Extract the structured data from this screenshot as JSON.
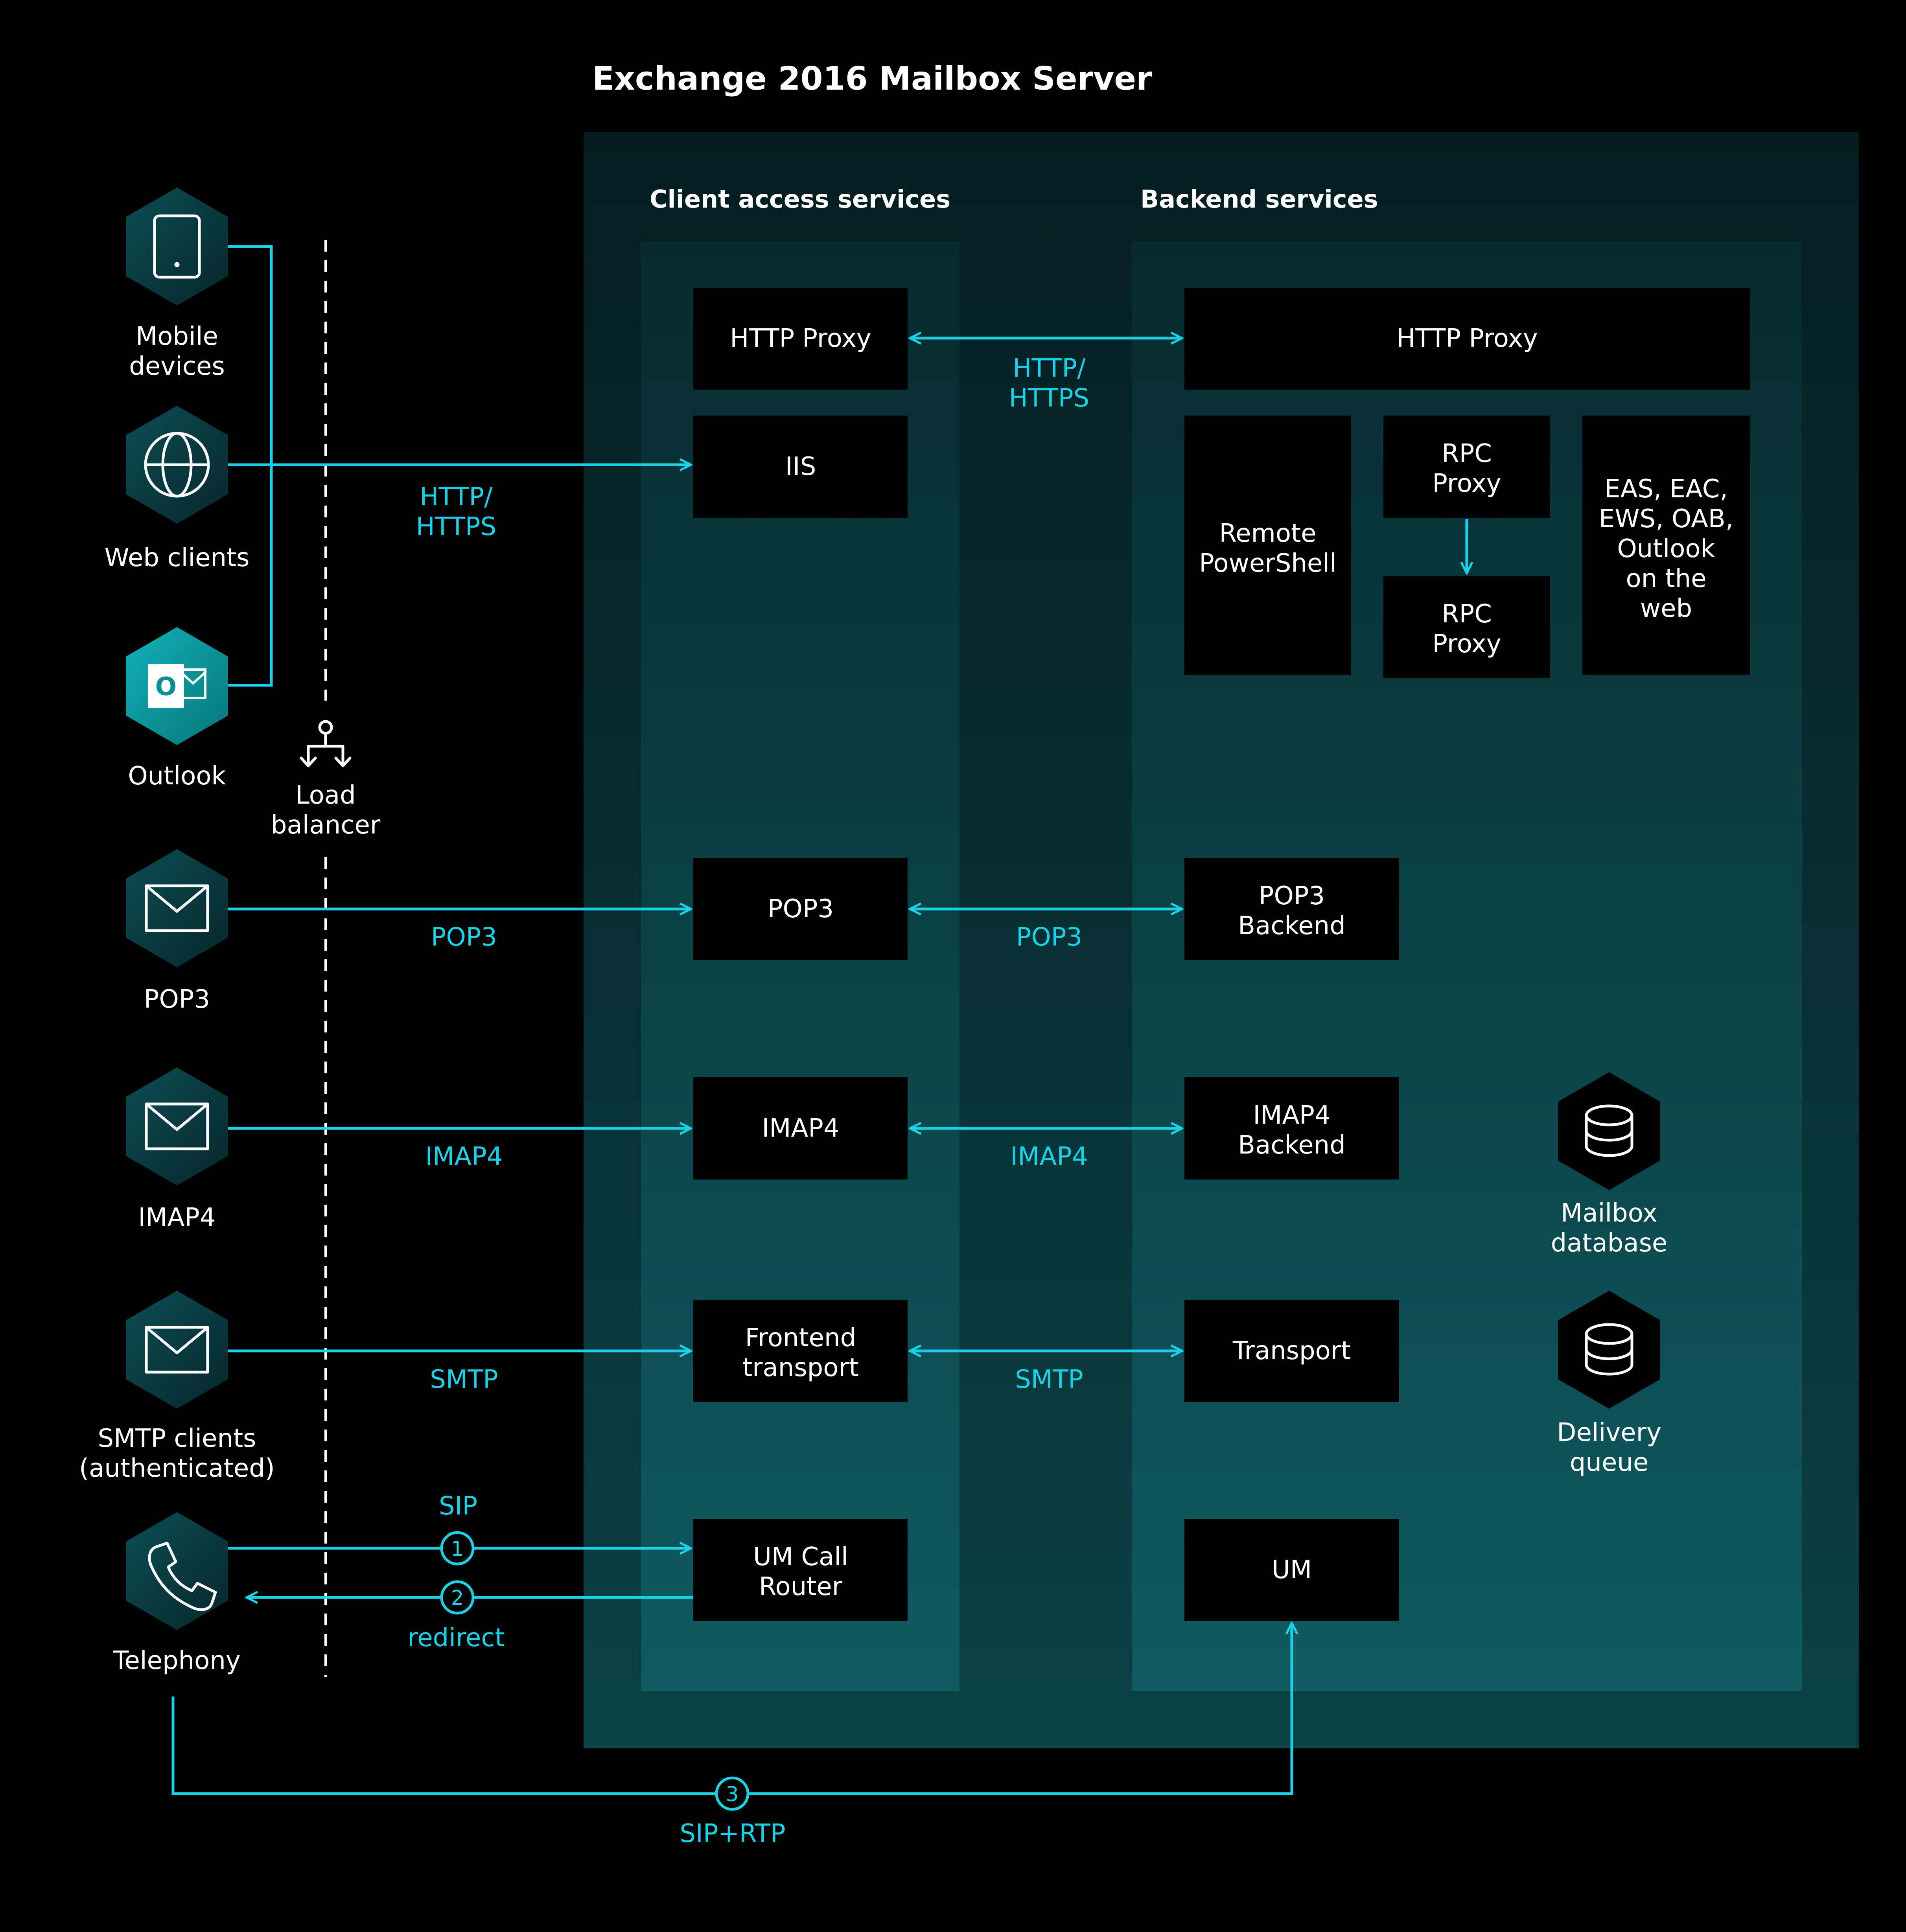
{
  "title": "Exchange 2016 Mailbox Server",
  "columns": {
    "client_access": "Client access services",
    "backend": "Backend services"
  },
  "client_boxes": {
    "http_proxy": [
      "HTTP Proxy"
    ],
    "iis": [
      "IIS"
    ],
    "pop3": [
      "POP3"
    ],
    "imap4": [
      "IMAP4"
    ],
    "frontend_transport": [
      "Frontend",
      "transport"
    ],
    "um_call_router": [
      "UM Call",
      "Router"
    ]
  },
  "backend_boxes": {
    "http_proxy": [
      "HTTP Proxy"
    ],
    "remote_powershell": [
      "Remote",
      "PowerShell"
    ],
    "rpc_proxy_top": [
      "RPC",
      "Proxy"
    ],
    "rpc_proxy_bottom": [
      "RPC",
      "Proxy"
    ],
    "eas_eac": [
      "EAS, EAC,",
      "EWS, OAB,",
      "Outlook",
      "on the",
      "web"
    ],
    "pop3_backend": [
      "POP3",
      "Backend"
    ],
    "imap4_backend": [
      "IMAP4",
      "Backend"
    ],
    "transport": [
      "Transport"
    ],
    "um": [
      "UM"
    ]
  },
  "clients": {
    "mobile": [
      "Mobile",
      "devices"
    ],
    "web": [
      "Web clients"
    ],
    "outlook": [
      "Outlook"
    ],
    "pop3": [
      "POP3"
    ],
    "imap4": [
      "IMAP4"
    ],
    "smtp": [
      "SMTP clients",
      "(authenticated)"
    ],
    "telephony": [
      "Telephony"
    ]
  },
  "load_balancer": [
    "Load",
    "balancer"
  ],
  "stores": {
    "mailbox_db": [
      "Mailbox",
      "database"
    ],
    "delivery_queue": [
      "Delivery",
      "queue"
    ]
  },
  "protocols": {
    "http_left": [
      "HTTP/",
      "HTTPS"
    ],
    "http_mid": [
      "HTTP/",
      "HTTPS"
    ],
    "pop3_left": "POP3",
    "pop3_mid": "POP3",
    "imap4_left": "IMAP4",
    "imap4_mid": "IMAP4",
    "smtp_left": "SMTP",
    "smtp_mid": "SMTP",
    "sip": "SIP",
    "redirect": "redirect",
    "sip_rtp": "SIP+RTP"
  },
  "steps": [
    "1",
    "2",
    "3"
  ],
  "icons": {
    "mobile": "phone-device-icon",
    "web": "globe-icon",
    "outlook": "outlook-icon",
    "pop3": "envelope-icon",
    "imap4": "envelope-icon",
    "smtp": "envelope-icon",
    "telephony": "handset-icon",
    "load_balancer": "load-balancer-icon",
    "database": "database-icon"
  },
  "colors": {
    "accent": "#1ad2e8",
    "background": "#000000",
    "box": "#000000",
    "hex_dark": "#0a3b42",
    "hex_outlook": "#0a8f96"
  }
}
